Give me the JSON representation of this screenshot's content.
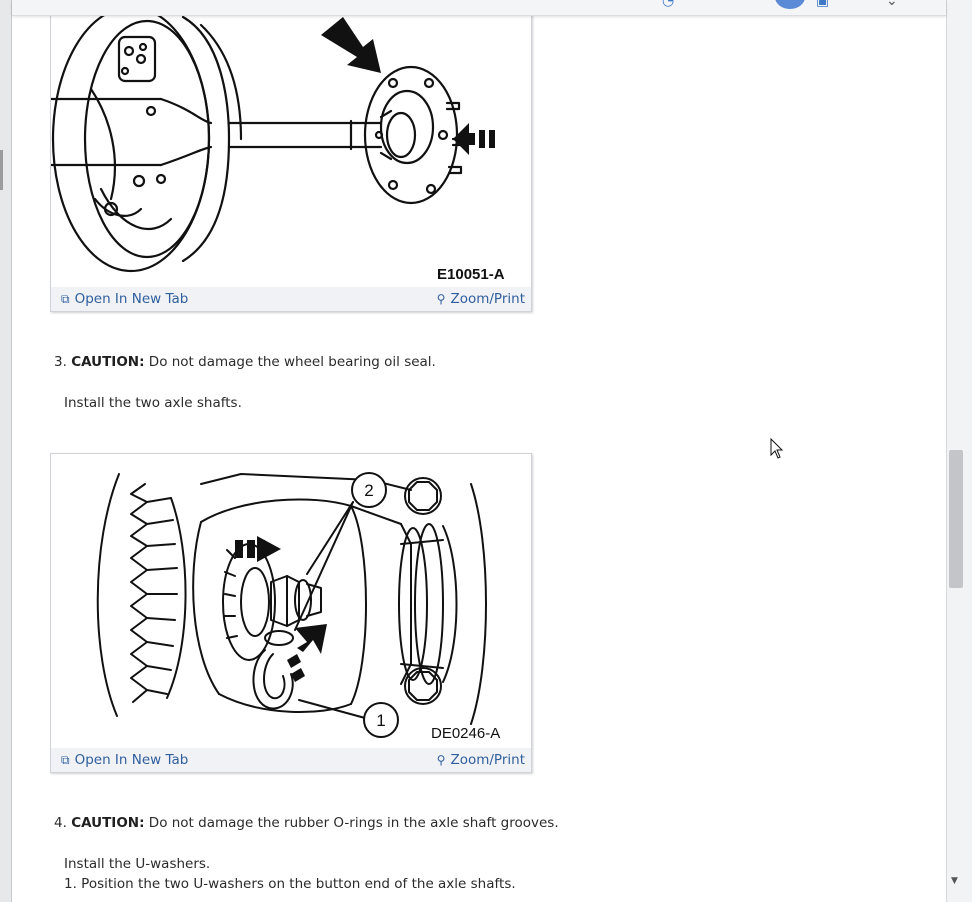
{
  "figures": [
    {
      "code": "E10051-A",
      "open_label": "Open In New Tab",
      "zoom_label": "Zoom/Print"
    },
    {
      "code": "DE0246-A",
      "open_label": "Open In New Tab",
      "zoom_label": "Zoom/Print",
      "callout_1": "1",
      "callout_2": "2"
    }
  ],
  "steps": [
    {
      "number": "3.",
      "caution_label": "CAUTION:",
      "caution_text": "Do not damage the wheel bearing oil seal.",
      "instruction": "Install the two axle shafts."
    },
    {
      "number": "4.",
      "caution_label": "CAUTION:",
      "caution_text": "Do not damage the rubber O-rings in the axle shaft grooves.",
      "instruction": "Install the U-washers.",
      "sub_step": "1. Position the two U-washers on the button end of the axle shafts."
    }
  ],
  "colors": {
    "link": "#2f5f9e",
    "avatar": "#5b8ad6"
  }
}
